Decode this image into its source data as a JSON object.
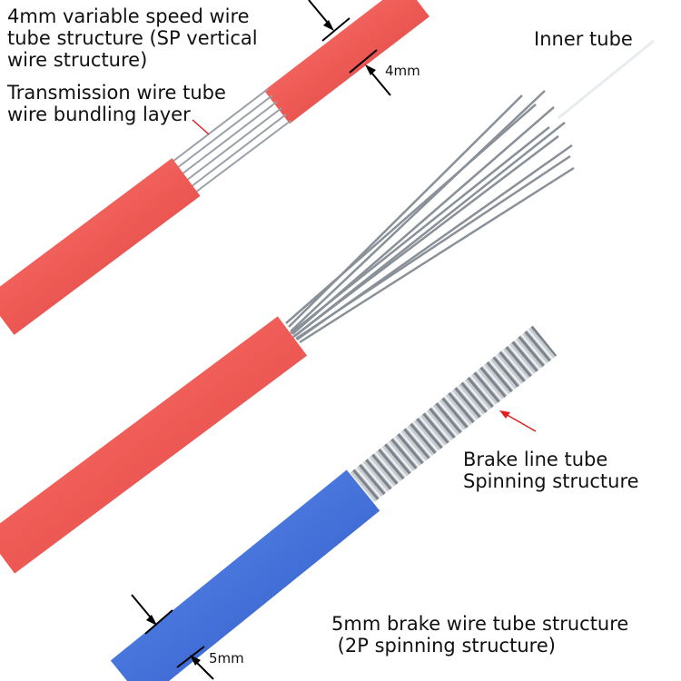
{
  "labels": {
    "top_title": "4mm variable speed wire\ntube structure (SP vertical\nwire structure)",
    "bundling": "Transmission wire tube\nwire bundling layer",
    "inner_tube": "Inner tube",
    "dim_4mm": "4mm",
    "brake_line": "Brake line tube\nSpinning structure",
    "brake_5mm_title": "5mm brake wire tube structure\n (2P spinning structure)",
    "dim_5mm": "5mm"
  },
  "colors": {
    "red_tube": "#f0605a",
    "blue_tube": "#3f6fd8",
    "steel": "#b8bcc2",
    "arrow_red": "#e02020"
  }
}
